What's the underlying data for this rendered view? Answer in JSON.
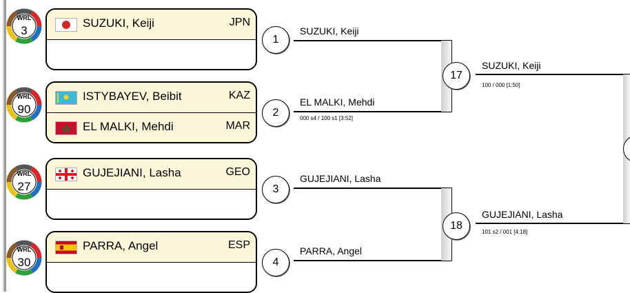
{
  "pools": [
    {
      "rank": "3",
      "top": {
        "name": "SUZUKI, Keiji",
        "nation": "JPN",
        "flag": "jpn"
      },
      "bottom": null,
      "match": "1",
      "winner": "SUZUKI, Keiji",
      "score": ""
    },
    {
      "rank": "90",
      "top": {
        "name": "ISTYBAYEV, Beibit",
        "nation": "KAZ",
        "flag": "kaz"
      },
      "bottom": {
        "name": "EL MALKI, Mehdi",
        "nation": "MAR",
        "flag": "mar"
      },
      "match": "2",
      "winner": "EL MALKI, Mehdi",
      "score": "000 s4 / 100 s1 [3:52]"
    },
    {
      "rank": "27",
      "top": {
        "name": "GUJEJIANI, Lasha",
        "nation": "GEO",
        "flag": "geo"
      },
      "bottom": null,
      "match": "3",
      "winner": "GUJEJIANI, Lasha",
      "score": ""
    },
    {
      "rank": "30",
      "top": {
        "name": "PARRA, Angel",
        "nation": "ESP",
        "flag": "esp"
      },
      "bottom": null,
      "match": "4",
      "winner": "PARRA, Angel",
      "score": ""
    }
  ],
  "round2": [
    {
      "match": "17",
      "winner": "SUZUKI, Keiji",
      "score": "100  / 000  [1:50]"
    },
    {
      "match": "18",
      "winner": "GUJEJIANI, Lasha",
      "score": "101 s2 / 001  [4:18]"
    }
  ],
  "rank_badge_label": "WRL",
  "colors": {
    "slot_fill": "#fcf7d8",
    "bracket_shade": "#cfcfcf",
    "ring": [
      "#1f6fbf",
      "#2e9e3a",
      "#e8c21c",
      "#d62828",
      "#555555",
      "#8b5a2b"
    ]
  }
}
